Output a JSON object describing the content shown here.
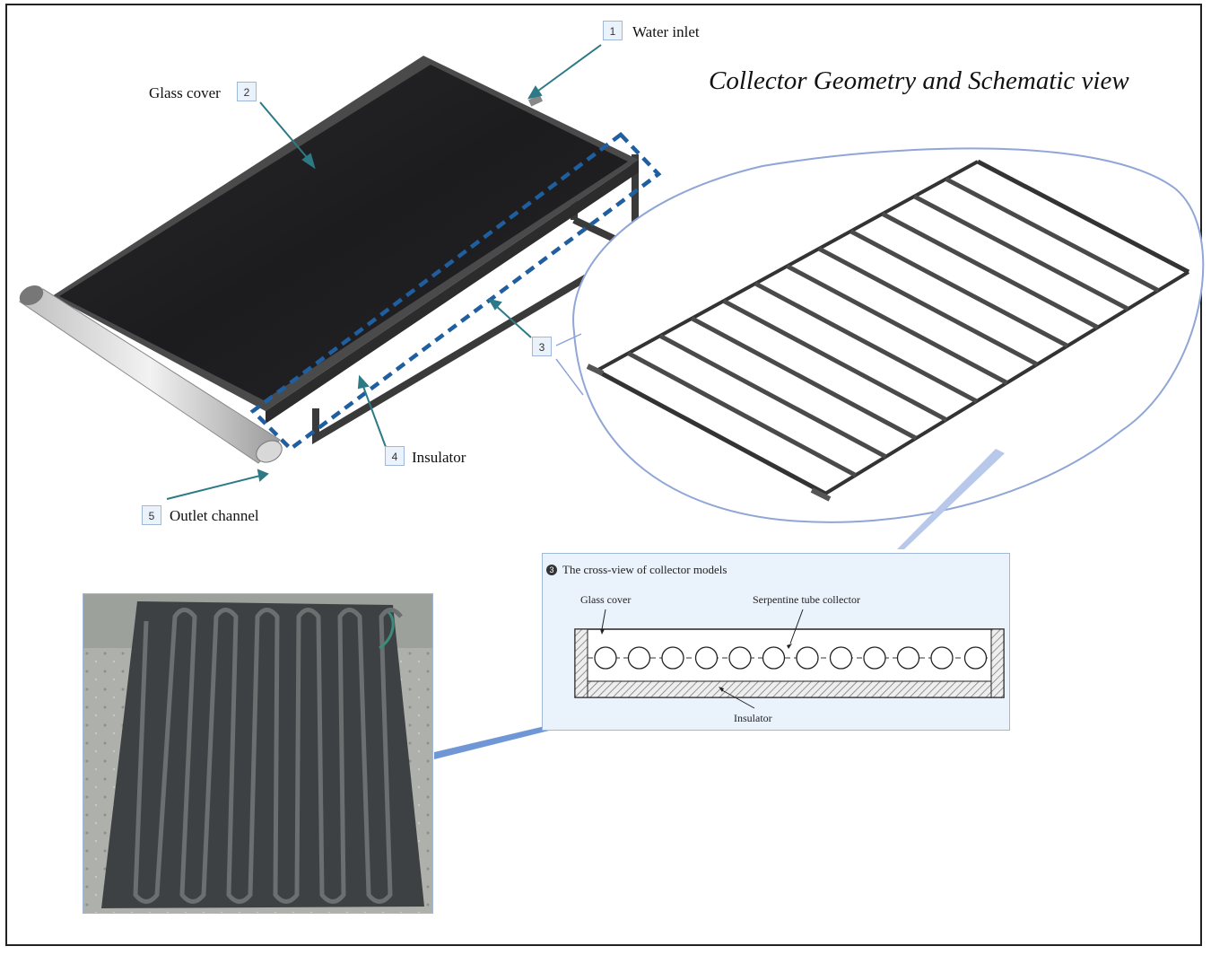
{
  "title": "Collector Geometry and Schematic view",
  "callouts": [
    {
      "num": "1",
      "label": "Water inlet"
    },
    {
      "num": "2",
      "label": "Glass cover"
    },
    {
      "num": "3",
      "label": ""
    },
    {
      "num": "4",
      "label": "Insulator"
    },
    {
      "num": "5",
      "label": "Outlet channel"
    }
  ],
  "cross_view": {
    "marker": "3",
    "title": "The cross-view of collector models",
    "glass_label": "Glass cover",
    "tube_label": "Serpentine tube collector",
    "insulator_label": "Insulator",
    "tube_count": 12
  },
  "colors": {
    "accent_blue": "#1f5fa0",
    "leader_teal": "#2d7a86",
    "panel_fill": "#eaf2fb",
    "panel_border": "#9fb8d8",
    "glass_dark": "#1e1e20"
  }
}
